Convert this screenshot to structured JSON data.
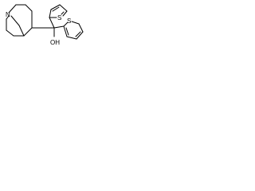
{
  "molecule": {
    "atoms": {
      "nitrogen": "N",
      "hydroxyl": "OH",
      "sulfur_upper": "S",
      "sulfur_right": "S"
    }
  }
}
